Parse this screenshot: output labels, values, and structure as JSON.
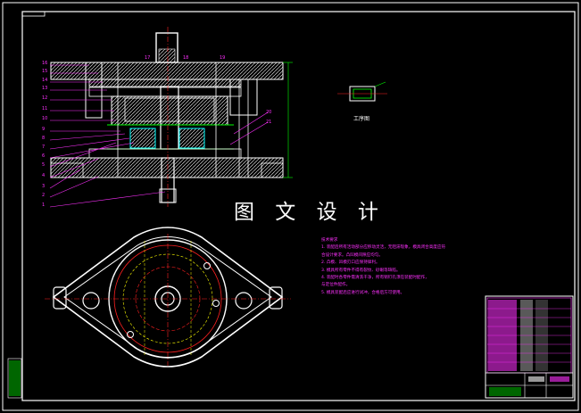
{
  "watermark": "图 文 设 计",
  "process_label": "工序图",
  "notes": {
    "title": "技术要求",
    "lines": [
      "1. 装配后所有活动部分应移动灵活，无阻滞现象，模具闭合高度应符",
      "合设计要求。凸凹模间隙应均匀。",
      "2. 凸模、凹模刃口应保持锋利。",
      "3. 模具所有零件不得有裂纹、砂眼等缺陷。",
      "4. 装配时各零件需清洗干净，所有销钉孔须在装配时配作，",
      "与定位件配作。",
      "5. 模具装配后应进行试冲，合格后方可使用。"
    ]
  },
  "part_numbers_left": [
    "16",
    "15",
    "14",
    "13",
    "12",
    "11",
    "10",
    "9",
    "8",
    "7",
    "6",
    "5",
    "4",
    "3",
    "2",
    "1"
  ],
  "part_numbers_top": [
    "17",
    "18",
    "19"
  ],
  "part_numbers_right": [
    "20",
    "21"
  ],
  "colors": {
    "background": "#000000",
    "outline": "#ffffff",
    "leader": "#ff30ff",
    "center_line": "#ff2020",
    "hidden_line": "#ffff00",
    "hatch_green": "#00ff00",
    "cyan": "#00ffff"
  }
}
